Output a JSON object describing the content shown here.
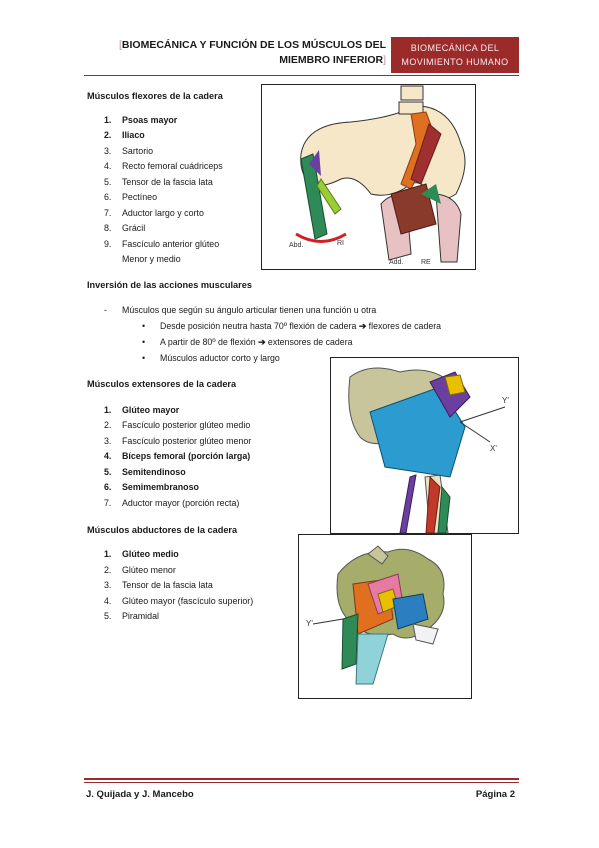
{
  "header": {
    "bracket_open": "[",
    "title_line1": "BIOMECÁNICA Y FUNCIÓN DE LOS MÚSCULOS DEL",
    "title_line2": "MIEMBRO INFERIOR",
    "bracket_close": "]",
    "box_line1": "BIOMECÁNICA DEL",
    "box_line2": "MOVIMIENTO HUMANO"
  },
  "flexors": {
    "heading": "Músculos flexores de la cadera",
    "items": [
      {
        "num": "1.",
        "text": "Psoas mayor"
      },
      {
        "num": "2.",
        "text": "Iliaco"
      },
      {
        "num": "3.",
        "text": "Sartorio"
      },
      {
        "num": "4.",
        "text": "Recto femoral cuádriceps"
      },
      {
        "num": "5.",
        "text": "Tensor de la fascia lata"
      },
      {
        "num": "6.",
        "text": "Pectíneo"
      },
      {
        "num": "7.",
        "text": "Aductor largo y corto"
      },
      {
        "num": "8.",
        "text": "Grácil"
      },
      {
        "num": "9.",
        "text": "Fascículo anterior glúteo"
      }
    ],
    "item9_cont": "Menor y medio",
    "fig_labels": {
      "abd": "Abd.",
      "ri": "RI",
      "add": "Add.",
      "re": "RE"
    }
  },
  "inversion": {
    "heading": "Inversión de las acciones musculares",
    "dash": "-",
    "main": "Músculos que según su ángulo articular tienen una función u otra",
    "bullet": "•",
    "b1_a": "Desde posición neutra hasta 70º flexión de cadera",
    "b1_b": "flexores de cadera",
    "b2_a": "A partir de 80º de flexión",
    "b2_b": "extensores de cadera",
    "b3": "Músculos aductor corto y largo",
    "arrow": "➔"
  },
  "extensors": {
    "heading": "Músculos extensores de la cadera",
    "items": [
      {
        "num": "1.",
        "text": "Glúteo mayor"
      },
      {
        "num": "2.",
        "text": "Fascículo posterior glúteo medio"
      },
      {
        "num": "3.",
        "text": "Fascículo posterior glúteo menor"
      },
      {
        "num": "4.",
        "text": "Bíceps femoral (porción larga)"
      },
      {
        "num": "5.",
        "text": "Semitendinoso"
      },
      {
        "num": "6.",
        "text": "Semimembranoso"
      },
      {
        "num": "7.",
        "text": "Aductor mayor (porción recta)"
      }
    ],
    "fig_labels": {
      "y": "Y'",
      "x": "X'"
    }
  },
  "abductors": {
    "heading": "Músculos abductores de la cadera",
    "items": [
      {
        "num": "1.",
        "text": "Glúteo medio"
      },
      {
        "num": "2.",
        "text": "Glúteo menor"
      },
      {
        "num": "3.",
        "text": "Tensor de la fascia lata"
      },
      {
        "num": "4.",
        "text": "Glúteo mayor (fascículo superior)"
      },
      {
        "num": "5.",
        "text": "Piramidal"
      }
    ],
    "fig_labels": {
      "y": "Y'"
    }
  },
  "footer": {
    "authors": "J. Quijada y J. Mancebo",
    "page": "Página 2"
  },
  "colors": {
    "accent": "#9b2b2b",
    "bone": "#f6e7c9",
    "muscle_purple": "#6a3fa0",
    "muscle_orange": "#e07020",
    "muscle_green": "#2e8b57",
    "muscle_blue": "#2b7fc0",
    "muscle_brown": "#8a3a2a",
    "muscle_pink": "#e77aa0"
  }
}
